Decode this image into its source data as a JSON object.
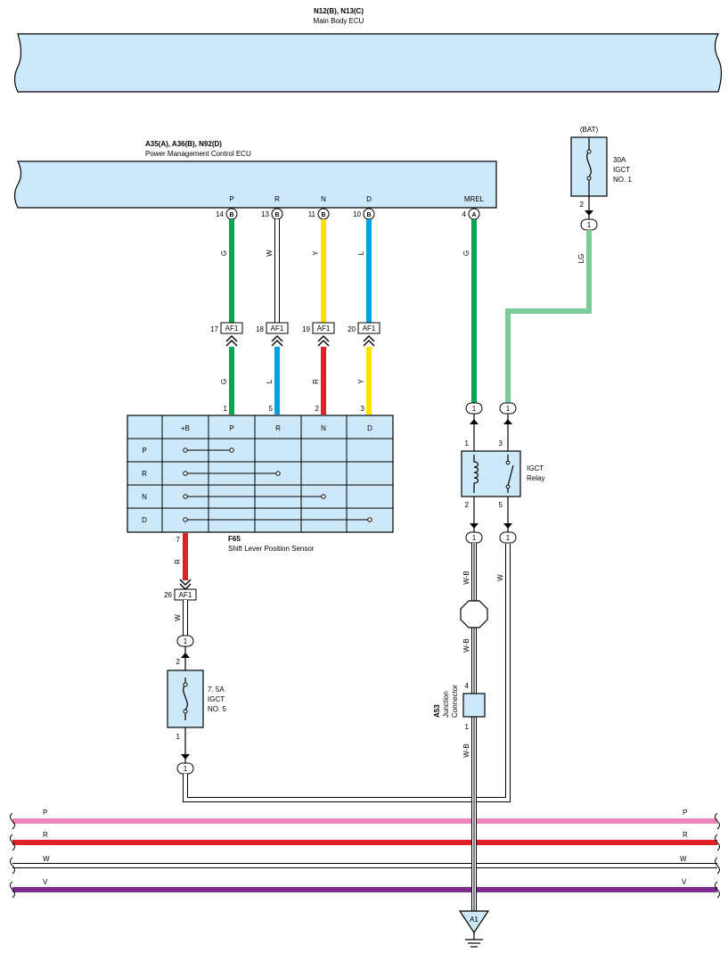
{
  "main_body_ecu": {
    "code": "N12(B), N13(C)",
    "name": "Main Body ECU"
  },
  "pm_ecu": {
    "code": "A35(A), A36(B), N92(D)",
    "name": "Power Management Control ECU",
    "pins": [
      {
        "label": "P",
        "num": "14",
        "conn": "B"
      },
      {
        "label": "R",
        "num": "13",
        "conn": "B"
      },
      {
        "label": "N",
        "num": "11",
        "conn": "B"
      },
      {
        "label": "D",
        "num": "10",
        "conn": "B"
      },
      {
        "label": "MREL",
        "num": "4",
        "conn": "A"
      }
    ]
  },
  "af1_top": [
    {
      "num": "17",
      "tag": "AF1"
    },
    {
      "num": "18",
      "tag": "AF1"
    },
    {
      "num": "19",
      "tag": "AF1"
    },
    {
      "num": "20",
      "tag": "AF1"
    }
  ],
  "wire_colors_upper": [
    "G",
    "W",
    "Y",
    "L",
    "G"
  ],
  "wire_colors_lower": [
    "G",
    "L",
    "R",
    "Y"
  ],
  "sensor": {
    "code": "F65",
    "name": "Shift Lever Position Sensor",
    "pin_nums": [
      "1",
      "5",
      "2",
      "3"
    ],
    "header": [
      "+B",
      "P",
      "R",
      "N",
      "D"
    ],
    "rows": [
      "P",
      "R",
      "N",
      "D"
    ],
    "bottom_pin": "7",
    "bottom_wire": "R"
  },
  "af1_bottom": {
    "num": "26",
    "tag": "AF1",
    "wire": "W"
  },
  "fuse_small": {
    "label": [
      "7. 5A",
      "IGCT",
      "NO. 5"
    ],
    "pin_top": "2",
    "pin_bottom": "1",
    "conn": "1"
  },
  "fuse_bat": {
    "title": "(BAT)",
    "label": [
      "30A",
      "IGCT",
      "NO. 1"
    ],
    "pin": "2",
    "conn": "1",
    "wire": "LG"
  },
  "relay": {
    "label": [
      "IGCT",
      "Relay"
    ],
    "pins": [
      "1",
      "3",
      "2",
      "5"
    ],
    "conn": "1"
  },
  "junction": {
    "code": "A53",
    "name": [
      "Junction",
      "Connector"
    ],
    "pin_top": "4",
    "pin_bottom": "1",
    "wires": [
      "W-B",
      "W-B",
      "W-B"
    ],
    "w_wire": "W"
  },
  "buses": [
    {
      "name": "P",
      "color": "#ee86bd"
    },
    {
      "name": "R",
      "color": "#e11f26"
    },
    {
      "name": "W",
      "color": "#ffffff"
    },
    {
      "name": "V",
      "color": "#7d2d90"
    }
  ],
  "ground": "A1",
  "colors": {
    "component_fill": "#cde8f8",
    "G": "#00a650",
    "Y": "#ffe000",
    "L": "#00a0e3",
    "R": "#e11f26",
    "LG": "#7ccc9a",
    "P": "#ee86bd",
    "V": "#7d2d90"
  }
}
